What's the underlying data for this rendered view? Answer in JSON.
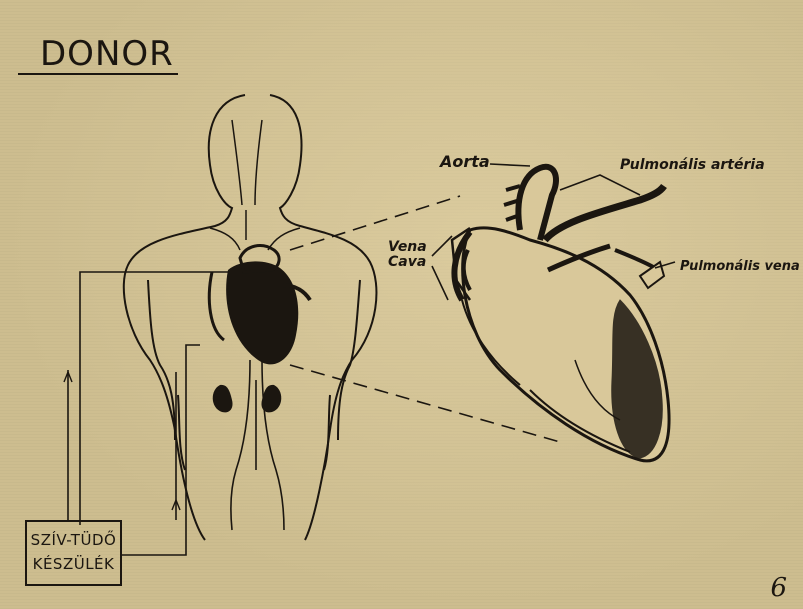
{
  "title": "DONOR",
  "labels": {
    "aorta": "Aorta",
    "pulmonary_artery": "Pulmonális artéria",
    "vena_cava_line1": "Vena",
    "vena_cava_line2": "Cava",
    "pulmonary_vein": "Pulmonális vena"
  },
  "device_box": {
    "line1": "SZÍV-TÜDŐ",
    "line2": "KÉSZÜLÉK"
  },
  "corner_mark": "6",
  "colors": {
    "paper": "#cdbd8f",
    "ink": "#1b1610"
  }
}
